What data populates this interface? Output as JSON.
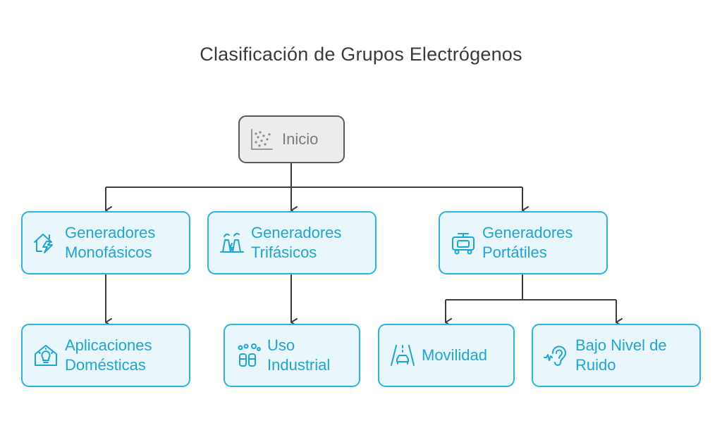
{
  "title": "Clasificación de Grupos Electrógenos",
  "colors": {
    "accent": "#2bb3e2",
    "accent_text": "#1ba6d7",
    "node_fill": "#e9f6fc",
    "root_fill": "#ececec",
    "root_border": "#5a5a5a",
    "root_text": "#7b7b7b",
    "connector": "#3d3d3d"
  },
  "nodes": {
    "root": {
      "label": "Inicio",
      "icon": "scatter-plot-icon"
    },
    "monofasicos": {
      "label": "Generadores\nMonofásicos",
      "icon": "house-lightning-icon"
    },
    "trifasicos": {
      "label": "Generadores\nTrifásicos",
      "icon": "power-plant-icon"
    },
    "portatiles": {
      "label": "Generadores\nPortátiles",
      "icon": "portable-generator-icon"
    },
    "domesticas": {
      "label": "Aplicaciones\nDomésticas",
      "icon": "house-bulb-icon"
    },
    "industrial": {
      "label": "Uso\nIndustrial",
      "icon": "industrial-tanks-icon"
    },
    "movilidad": {
      "label": "Movilidad",
      "icon": "car-road-icon"
    },
    "ruido": {
      "label": "Bajo Nivel de\nRuido",
      "icon": "ear-sound-icon"
    }
  }
}
